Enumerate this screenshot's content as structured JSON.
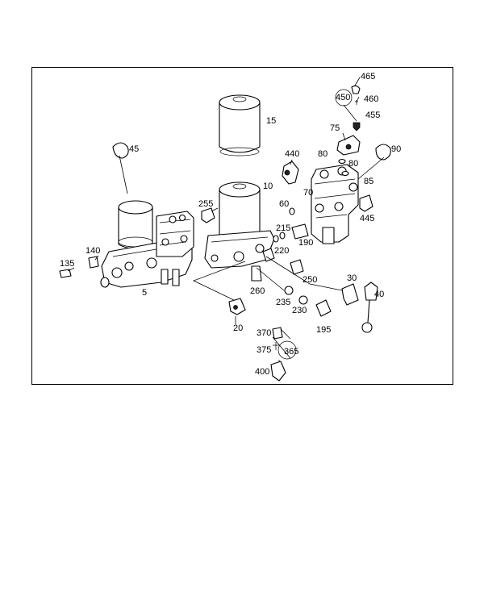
{
  "part_numbers": [
    "465",
    "460",
    "450",
    "455",
    "75",
    "15",
    "90",
    "440",
    "80",
    "80",
    "85",
    "45",
    "10",
    "60",
    "70",
    "255",
    "445",
    "215",
    "190",
    "140",
    "135",
    "220",
    "250",
    "30",
    "40",
    "5",
    "260",
    "235",
    "230",
    "195",
    "20",
    "370",
    "375",
    "365",
    "400"
  ]
}
